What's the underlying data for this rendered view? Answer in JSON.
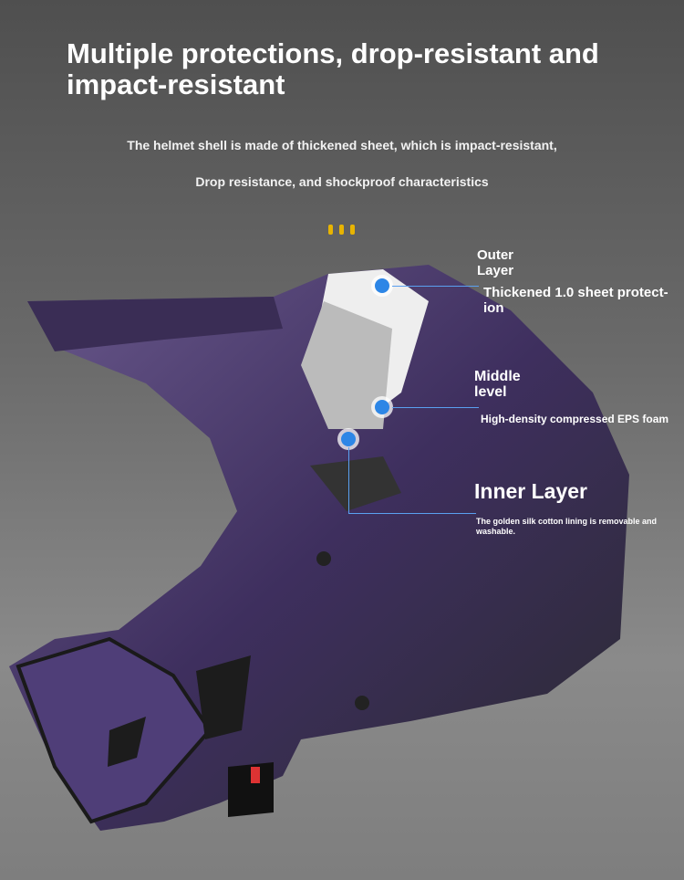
{
  "title": "Multiple protections, drop-resistant and impact-resistant",
  "subtitle_1": "The helmet shell is made of thickened sheet, which is impact-resistant,",
  "subtitle_2": "Drop resistance, and shockproof characteristics",
  "layers": {
    "outer": {
      "name": "Outer Layer",
      "desc": "Thickened 1.0 sheet protect-ion"
    },
    "middle": {
      "name": "Middle level",
      "desc": "High-density compressed EPS foam"
    },
    "inner": {
      "name": "Inner Layer",
      "desc": "The golden silk cotton lining is removable and washable."
    }
  },
  "colors": {
    "accent_dot": "#2d86e6",
    "divider": "#e8b400",
    "shell": "#4a3a6e"
  }
}
